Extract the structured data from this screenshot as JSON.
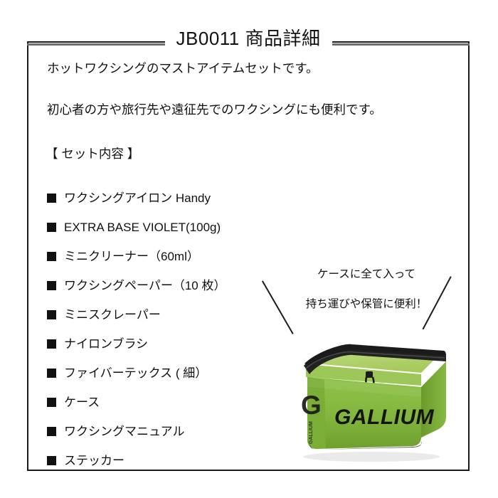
{
  "page": {
    "title": "JB0011 商品詳細",
    "background_color": "#ffffff",
    "frame_color": "#1a1a1a",
    "rule_color": "#6d6d6d"
  },
  "intro": {
    "line1": "ホットワクシングのマストアイテムセットです。",
    "line2": "初心者の方や旅行先や遠征先でのワクシングにも便利です。"
  },
  "contents": {
    "heading": "【 セット内容 】",
    "items": [
      {
        "label": "ワクシングアイロン Handy"
      },
      {
        "label": "EXTRA BASE VIOLET(100g)"
      },
      {
        "label": "ミニクリーナー（60ml）"
      },
      {
        "label": "ワクシングペーパー（10 枚）"
      },
      {
        "label": "ミニスクレーパー"
      },
      {
        "label": "ナイロンブラシ"
      },
      {
        "label": "ファイバーテックス ( 細）"
      },
      {
        "label": "ケース"
      },
      {
        "label": "ワクシングマニュアル"
      },
      {
        "label": "ステッカー"
      }
    ]
  },
  "callout": {
    "line1": "ケースに全て入って",
    "line2": "持ち運びや保管に便利！"
  },
  "product_image": {
    "alt": "グリーンのギア収納ケース",
    "brand_text": "GALLIUM",
    "side_logo_text": "G",
    "side_vertical_text": "GALLIUM",
    "body_color": "#83b73f",
    "lid_color": "#b2d268",
    "trim_color": "#1b1b1b",
    "shadow_color": "#4d6f22"
  }
}
